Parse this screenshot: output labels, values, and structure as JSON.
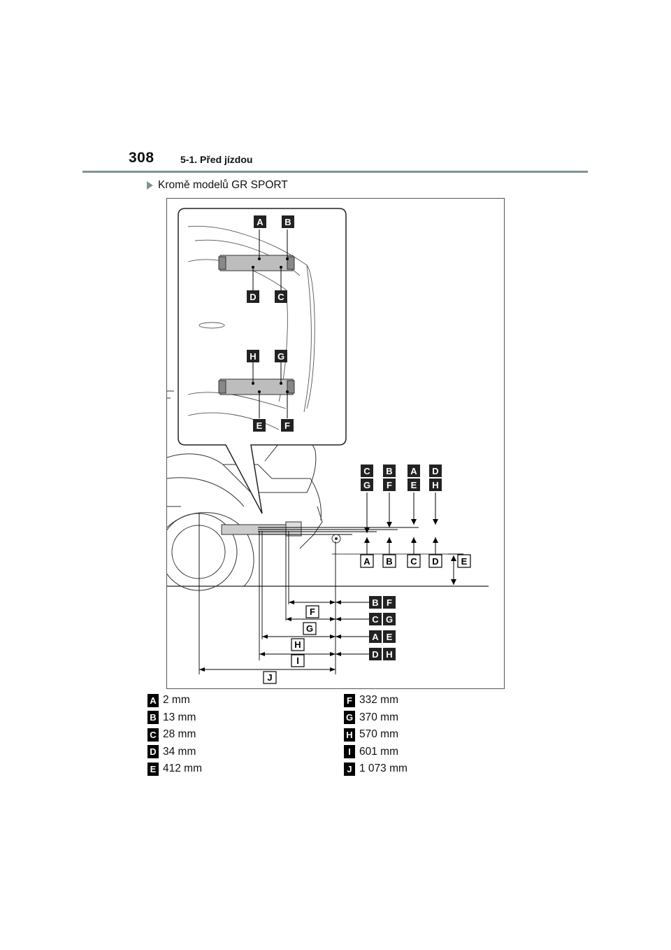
{
  "header": {
    "page_number": "308",
    "section": "5-1. Před jízdou"
  },
  "subheading": "Kromě modelů GR SPORT",
  "figure": {
    "callout_labels": [
      "A",
      "B",
      "D",
      "C",
      "H",
      "G",
      "E",
      "F"
    ],
    "stacked_labels_top": [
      [
        "C",
        "G"
      ],
      [
        "B",
        "F"
      ],
      [
        "A",
        "E"
      ],
      [
        "D",
        "H"
      ]
    ],
    "row_labels": [
      "A",
      "B",
      "C",
      "D",
      "E"
    ],
    "bottom_dims": [
      "F",
      "G",
      "H",
      "I",
      "J"
    ],
    "right_pairs": [
      [
        "B",
        "F"
      ],
      [
        "C",
        "G"
      ],
      [
        "A",
        "E"
      ],
      [
        "D",
        "H"
      ]
    ]
  },
  "legend": {
    "left": [
      {
        "key": "A",
        "value": "2 mm"
      },
      {
        "key": "B",
        "value": "13 mm"
      },
      {
        "key": "C",
        "value": "28 mm"
      },
      {
        "key": "D",
        "value": "34 mm"
      },
      {
        "key": "E",
        "value": "412 mm"
      }
    ],
    "right": [
      {
        "key": "F",
        "value": "332 mm"
      },
      {
        "key": "G",
        "value": "370 mm"
      },
      {
        "key": "H",
        "value": "570 mm"
      },
      {
        "key": "I",
        "value": "601 mm"
      },
      {
        "key": "J",
        "value": "1 073 mm"
      }
    ]
  }
}
